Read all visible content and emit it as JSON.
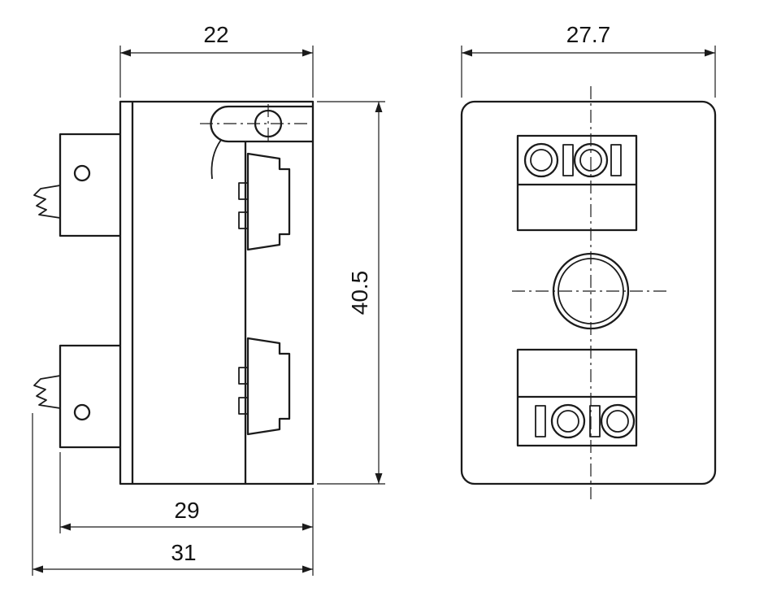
{
  "drawing": {
    "kind": "two-view dimensioned technical drawing",
    "colors": {
      "line": "#1b1b1b",
      "background": "#ffffff"
    }
  },
  "dimensions": {
    "side_top_width": "22",
    "front_width": "27.7",
    "side_height": "40.5",
    "side_body_width": "29",
    "side_total_width": "31"
  }
}
